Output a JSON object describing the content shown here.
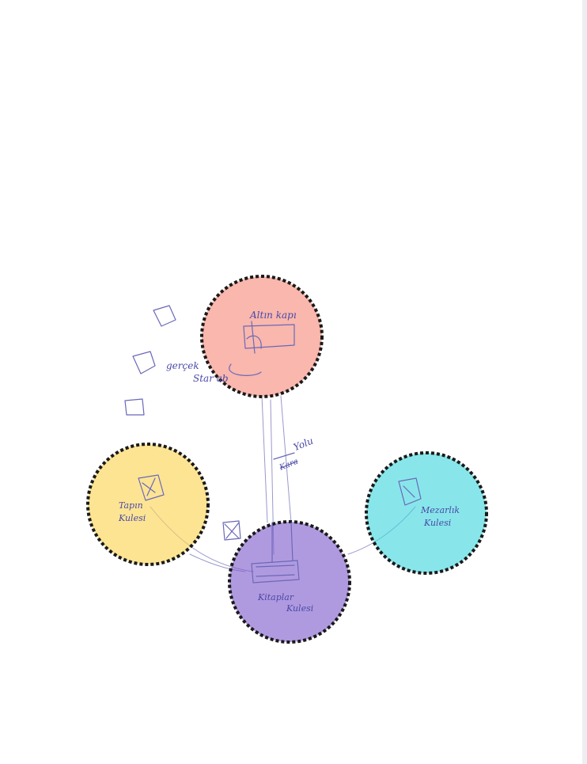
{
  "diagram": {
    "colors": {
      "top": "#f58a7a",
      "left": "#fcd450",
      "right": "#3fd6dd",
      "center": "#7f5ccc",
      "ink": "#4a48a8",
      "outline": "#1a1a1a"
    },
    "nodes": {
      "top": {
        "line1": "Altın kapı"
      },
      "left": {
        "line1": "Tapın",
        "line2": "Kulesi"
      },
      "right": {
        "line1": "Mezarlık",
        "line2": "Kulesi"
      },
      "center": {
        "line1": "Kitaplar",
        "line2": "Kulesi"
      }
    },
    "annotations": {
      "side_note_line1": "gerçek",
      "side_note_line2": "Star ab",
      "path_label_struck": "Kara",
      "path_label": "Yolu"
    }
  }
}
